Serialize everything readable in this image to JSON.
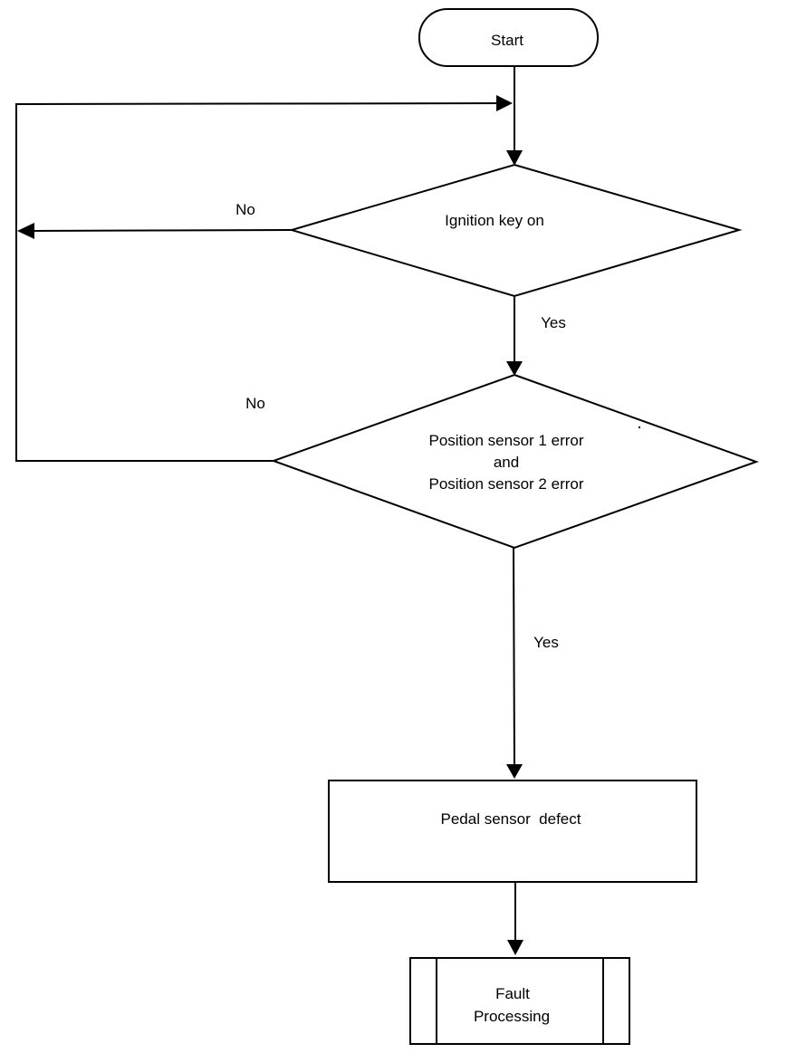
{
  "diagram": {
    "nodes": {
      "start": {
        "label": "Start"
      },
      "ignition": {
        "label": "Ignition key on"
      },
      "position_check": {
        "line1": "Position sensor 1 error",
        "line2": "and",
        "line3": "Position sensor 2 error"
      },
      "pedal_defect": {
        "label": "Pedal sensor  defect"
      },
      "fault_processing": {
        "line1": "Fault",
        "line2": "Processing"
      }
    },
    "edges": {
      "ignition_no": "No",
      "ignition_yes": "Yes",
      "position_no": "No",
      "position_yes": "Yes"
    },
    "colors": {
      "stroke": "#000000",
      "fill": "#ffffff",
      "text": "#000000"
    }
  }
}
